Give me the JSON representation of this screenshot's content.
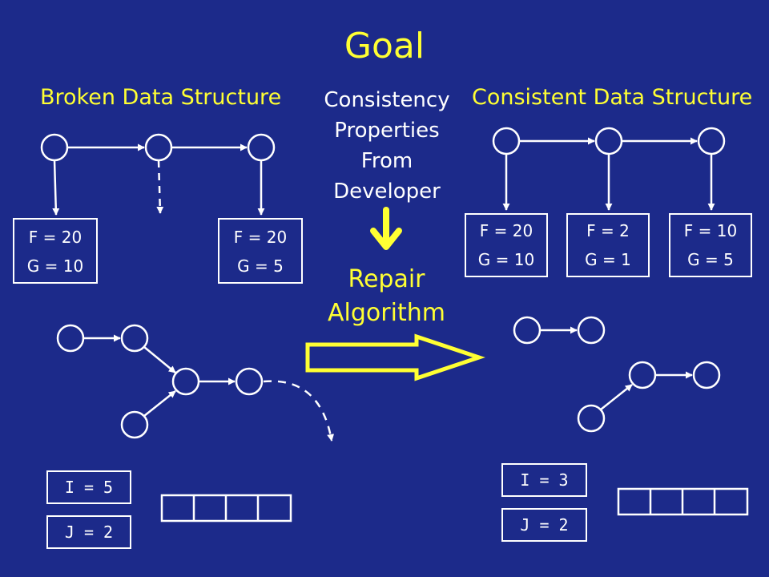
{
  "title": "Goal",
  "left": {
    "heading": "Broken Data Structure",
    "box_a": {
      "f": "F = 20",
      "g": "G = 10"
    },
    "box_b": {
      "f": "F = 20",
      "g": "G = 5"
    },
    "i_box": "I = 5",
    "j_box": "J = 2"
  },
  "middle": {
    "consistency_text": "Consistency Properties From Developer",
    "repair_text": "Repair Algorithm"
  },
  "right": {
    "heading": "Consistent Data Structure",
    "box_a": {
      "f": "F = 20",
      "g": "G = 10"
    },
    "box_b": {
      "f": "F = 2",
      "g": "G = 1"
    },
    "box_c": {
      "f": "F = 10",
      "g": "G = 5"
    },
    "i_box": "I = 3",
    "j_box": "J = 2"
  },
  "colors": {
    "background": "#1c2a8a",
    "accent": "#ffff33",
    "stroke": "#ffffff"
  }
}
